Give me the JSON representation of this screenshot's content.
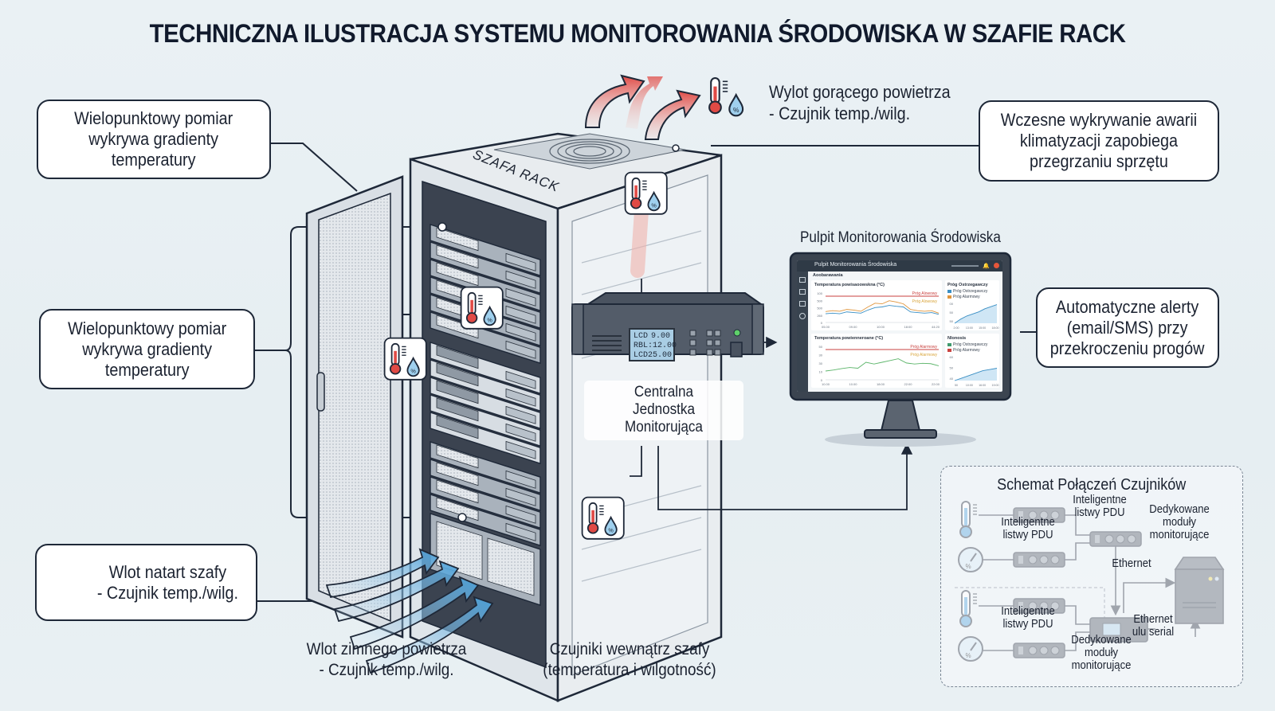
{
  "title": "TECHNICZNA ILUSTRACJA SYSTEMU MONITOROWANIA ŚRODOWISKA W SZAFIE RACK",
  "rack": {
    "label": "SZAFA RACK"
  },
  "callouts": {
    "top_left": [
      "Wielopunktowy pomiar",
      "wykrywa gradienty",
      "temperatury"
    ],
    "mid_left": [
      "Wielopunktowy pomiar",
      "wykrywa gradienty",
      "temperatury"
    ],
    "bottom_left": [
      "Wlot natart szafy",
      "- Czujnik temp./wilg."
    ],
    "top_right": [
      "Wczesne wykrywanie awarii",
      "klimatyzacji zapobiega",
      "przegrzaniu sprzętu"
    ],
    "mid_right": [
      "Automatyczne alerty",
      "(email/SMS) przy",
      "przekroczeniu progów"
    ]
  },
  "labels": {
    "hot_exhaust": [
      "Wylot gorącego powietrza",
      "- Czujnik temp./wilg."
    ],
    "cold_inlet": [
      "Wlot zimnego powietrza",
      "- Czujnik temp./wilg."
    ],
    "inside_sensors": [
      "Czujniki wewnątrz szafy",
      "(temperatura i wilgotność)"
    ]
  },
  "central_unit": {
    "label": [
      "Centralna",
      "Jednostka",
      "Monitorująca"
    ],
    "lcd_rows": [
      {
        "key": "LCD",
        "value": "9.00"
      },
      {
        "key": "RBL:",
        "value": "12.00"
      },
      {
        "key": "LCD",
        "value": "25.00"
      }
    ],
    "power_led_color": "#5fd06a"
  },
  "dashboard": {
    "caption": "Pulpit Monitorowania Środowiska",
    "app_title": "Pulpit Monitorowania Środowiska",
    "section": "Aoobarawania",
    "sidebar_icons": [
      "chart-icon",
      "play-icon",
      "export-icon",
      "settings-icon"
    ],
    "panels": [
      {
        "title": "Temperatura powisaoowskna (°C)",
        "y_ticks": [
          "100",
          "500",
          "500",
          "260",
          "0"
        ],
        "x_ticks": [
          "05.00",
          "09.00",
          "10:00",
          "18:00",
          "44:20"
        ],
        "threshold_labels": [
          "Próg Alowowy",
          "Próg Alowowy"
        ]
      },
      {
        "title": "Temperatura powienneroane (°C)",
        "y_ticks": [
          "50",
          "30",
          "30",
          "10",
          "0"
        ],
        "x_ticks": [
          "10.00",
          "10.00",
          "18:00",
          "22:00",
          "22:00"
        ],
        "threshold_labels": [
          "Próg Alarmowy",
          "Próg Alarmowy"
        ]
      }
    ],
    "side_panels": [
      {
        "title": "Próg Ostrzegawczy",
        "legend": [
          {
            "label": "Próg Ostrzegawczy",
            "color": "#3a8fc4"
          },
          {
            "label": "Próg Alarmowy",
            "color": "#e0953c"
          }
        ],
        "y_ticks": [
          "00",
          "50",
          "50"
        ],
        "x_ticks": [
          "2:00",
          "13:00",
          "15:00",
          "18:00"
        ]
      },
      {
        "title": "Nlonosis",
        "legend": [
          {
            "label": "Próg Ostrzegawczy",
            "color": "#3f9a6e"
          },
          {
            "label": "Próg Alarmowy",
            "color": "#c9423f"
          }
        ],
        "y_ticks": [
          "60",
          "50",
          "40"
        ],
        "x_ticks": [
          "50",
          "10:00",
          "16:00",
          "19:00"
        ]
      }
    ]
  },
  "schema": {
    "title": "Schemat Połączeń Czujników",
    "pdu_label": [
      "Inteligentne",
      "listwy PDU"
    ],
    "monitor_module_label": [
      "Dedykowane",
      "moduły",
      "monitorujące"
    ],
    "ethernet": "Ethernet",
    "ethernet_serial": [
      "Ethernet",
      "ulu serial"
    ]
  },
  "colors": {
    "hot": "#e04a45",
    "cold": "#4a9fd8",
    "outline": "#1e2838",
    "rack_body": "#dfe5ea"
  }
}
